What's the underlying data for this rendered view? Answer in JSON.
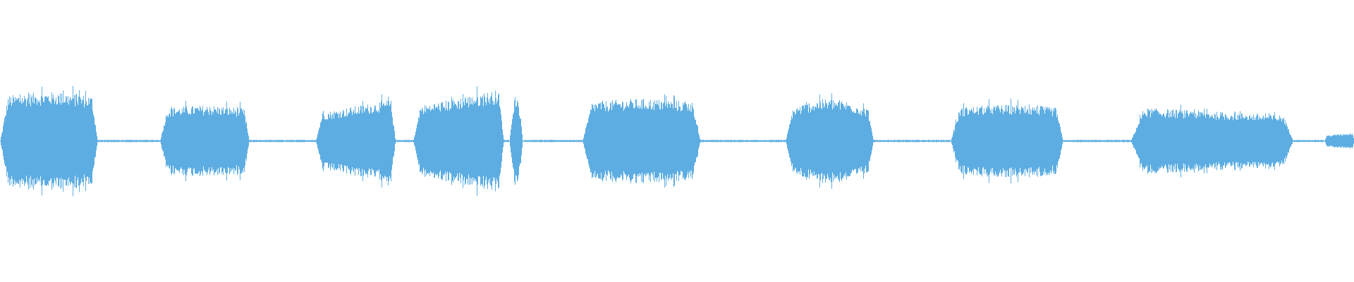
{
  "waveform": {
    "color": "#5dade2",
    "background": "#ffffff",
    "amplitude_max": 1.0,
    "segments": [
      {
        "start": 0.0,
        "end": 0.072,
        "peak": 0.58,
        "shape": "plateau"
      },
      {
        "start": 0.118,
        "end": 0.184,
        "peak": 0.42,
        "shape": "plateau"
      },
      {
        "start": 0.233,
        "end": 0.292,
        "peak": 0.5,
        "shape": "rise"
      },
      {
        "start": 0.305,
        "end": 0.372,
        "peak": 0.62,
        "shape": "rise"
      },
      {
        "start": 0.376,
        "end": 0.386,
        "peak": 0.55,
        "shape": "spike"
      },
      {
        "start": 0.43,
        "end": 0.517,
        "peak": 0.5,
        "shape": "plateau"
      },
      {
        "start": 0.58,
        "end": 0.645,
        "peak": 0.5,
        "shape": "dome"
      },
      {
        "start": 0.702,
        "end": 0.785,
        "peak": 0.43,
        "shape": "plateau"
      },
      {
        "start": 0.835,
        "end": 0.955,
        "peak": 0.4,
        "shape": "fall"
      },
      {
        "start": 0.978,
        "end": 1.0,
        "peak": 0.1,
        "shape": "rise"
      }
    ]
  }
}
